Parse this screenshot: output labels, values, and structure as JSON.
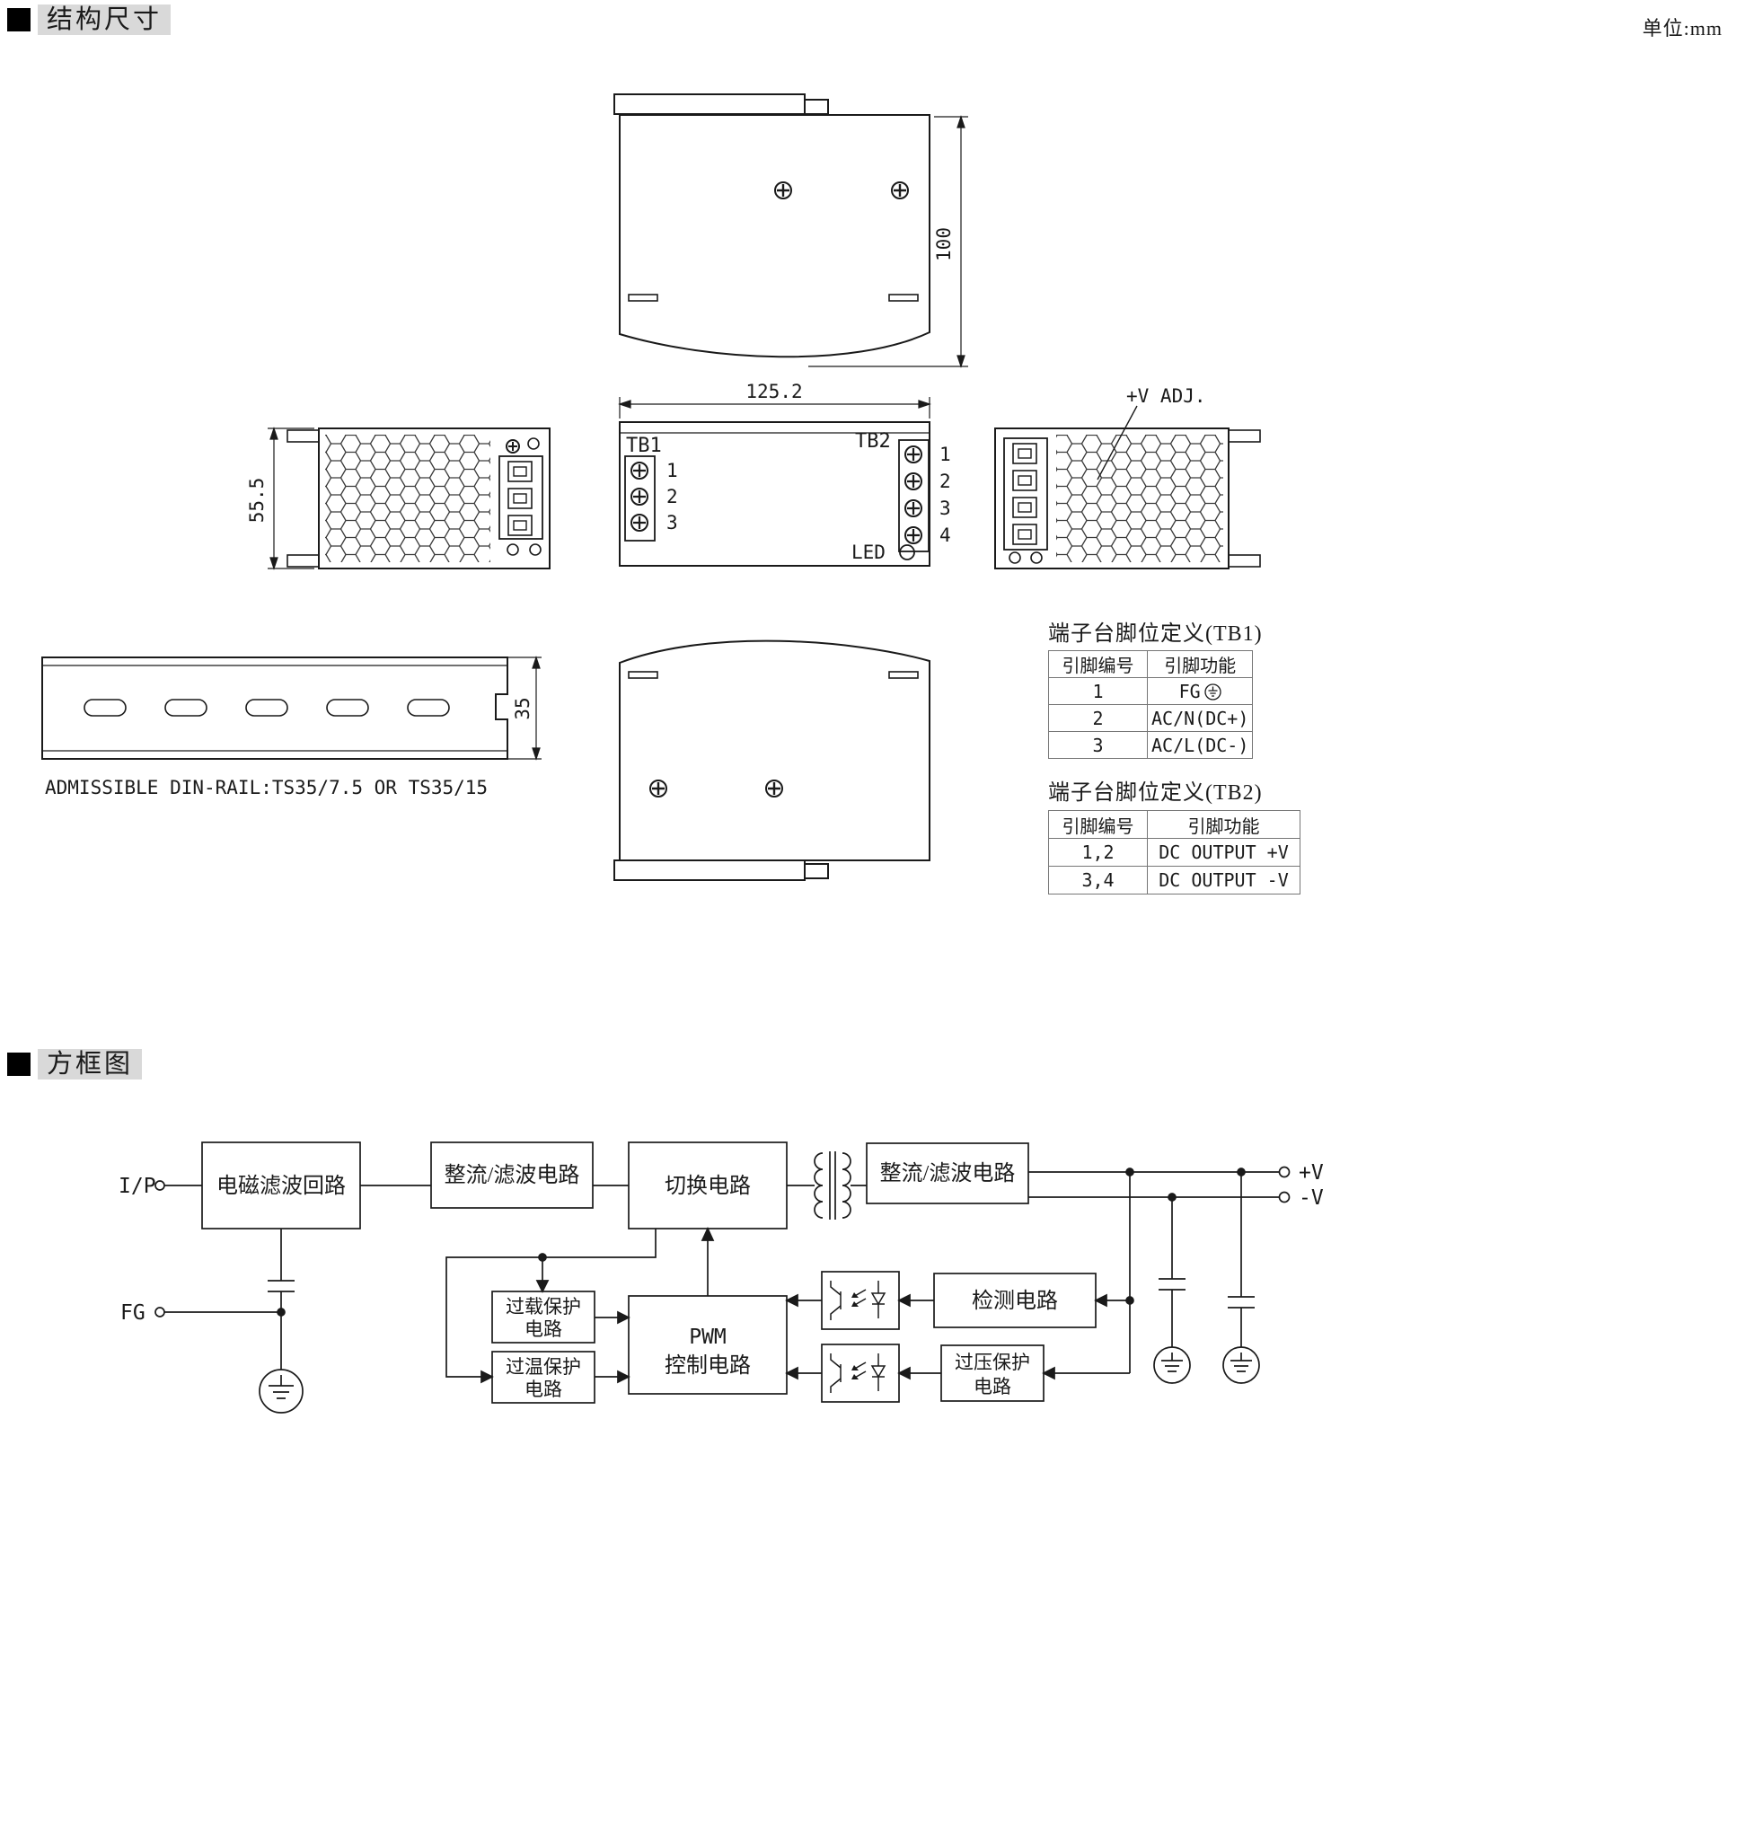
{
  "colors": {
    "heading_bg": "#d9d9d9",
    "line": "#1a1a1a"
  },
  "page": {
    "section1_title": "结构尺寸",
    "unit_label": "单位:mm",
    "section2_title": "方框图"
  },
  "mech": {
    "dim_height": "100",
    "dim_width": "125.2",
    "dim_depth": "55.5",
    "dim_rail": "35",
    "tb1_label": "TB1",
    "tb2_label": "TB2",
    "tb1_pins": [
      "1",
      "2",
      "3"
    ],
    "tb2_pins": [
      "1",
      "2",
      "3",
      "4"
    ],
    "led_label": "LED",
    "vadj_label": "+V ADJ.",
    "din_caption": "ADMISSIBLE DIN-RAIL:TS35/7.5 OR TS35/15"
  },
  "tb1_table": {
    "title": "端子台脚位定义(TB1)",
    "col_pin": "引脚编号",
    "col_func": "引脚功能",
    "rows": [
      {
        "pin": "1",
        "func": "FG"
      },
      {
        "pin": "2",
        "func": "AC/N(DC+)"
      },
      {
        "pin": "3",
        "func": "AC/L(DC-)"
      }
    ]
  },
  "tb2_table": {
    "title": "端子台脚位定义(TB2)",
    "col_pin": "引脚编号",
    "col_func": "引脚功能",
    "rows": [
      {
        "pin": "1,2",
        "func": "DC OUTPUT +V"
      },
      {
        "pin": "3,4",
        "func": "DC OUTPUT -V"
      }
    ]
  },
  "block": {
    "input_label": "I/P",
    "fg_label": "FG",
    "emi_filter": "电磁滤波回路",
    "rectifier1": "整流/滤波电路",
    "switching": "切换电路",
    "rectifier2": "整流/滤波电路",
    "overload_l1": "过载保护",
    "overload_l2": "电路",
    "overtemp_l1": "过温保护",
    "overtemp_l2": "电路",
    "pwm_l1": "PWM",
    "pwm_l2": "控制电路",
    "detection": "检测电路",
    "overvoltage_l1": "过压保护",
    "overvoltage_l2": "电路",
    "out_pos": "+V",
    "out_neg": "-V"
  }
}
